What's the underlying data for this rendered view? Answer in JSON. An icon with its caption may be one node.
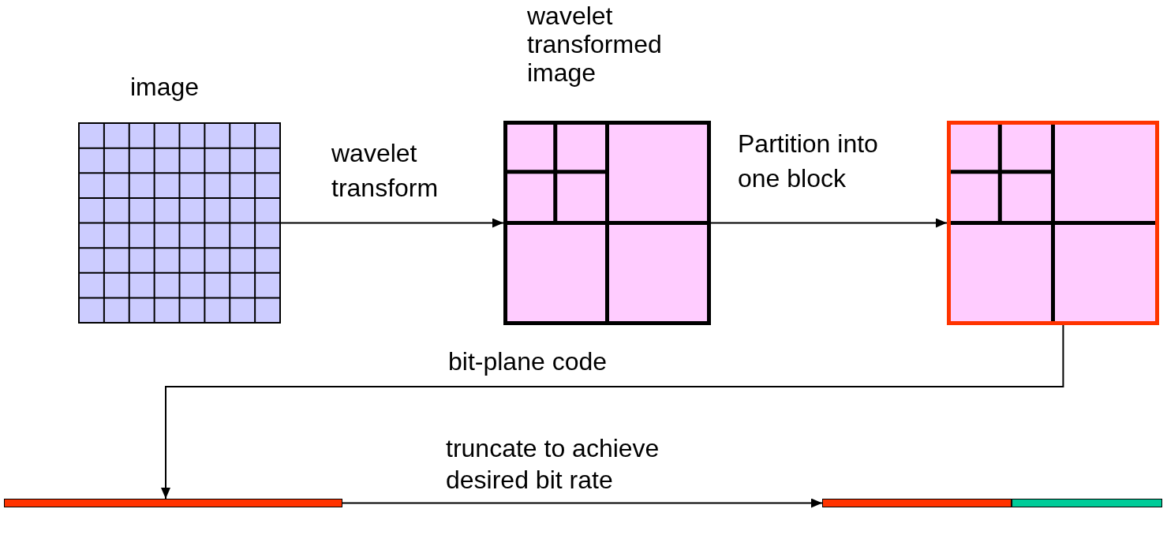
{
  "diagram": {
    "nodes": [
      {
        "text": [
          "image"
        ]
      },
      {
        "text": [
          "wavelet transformed image"
        ]
      },
      {
        "text": [],
        "shape": "box"
      },
      {
        "text": [],
        "shape": "bar"
      },
      {
        "text": [],
        "shape": "bar"
      }
    ],
    "edges": [
      {
        "from": 0,
        "to": 1,
        "arrow": "to",
        "label": "wavelet transform"
      },
      {
        "from": 1,
        "to": 2,
        "arrow": "to",
        "label": "Partition into one block"
      },
      {
        "from": 2,
        "to": 3,
        "arrow": "to",
        "label": "bit-plane code"
      },
      {
        "from": 3,
        "to": 4,
        "arrow": "to",
        "label": "truncate to achieve desired bit rate"
      }
    ]
  }
}
